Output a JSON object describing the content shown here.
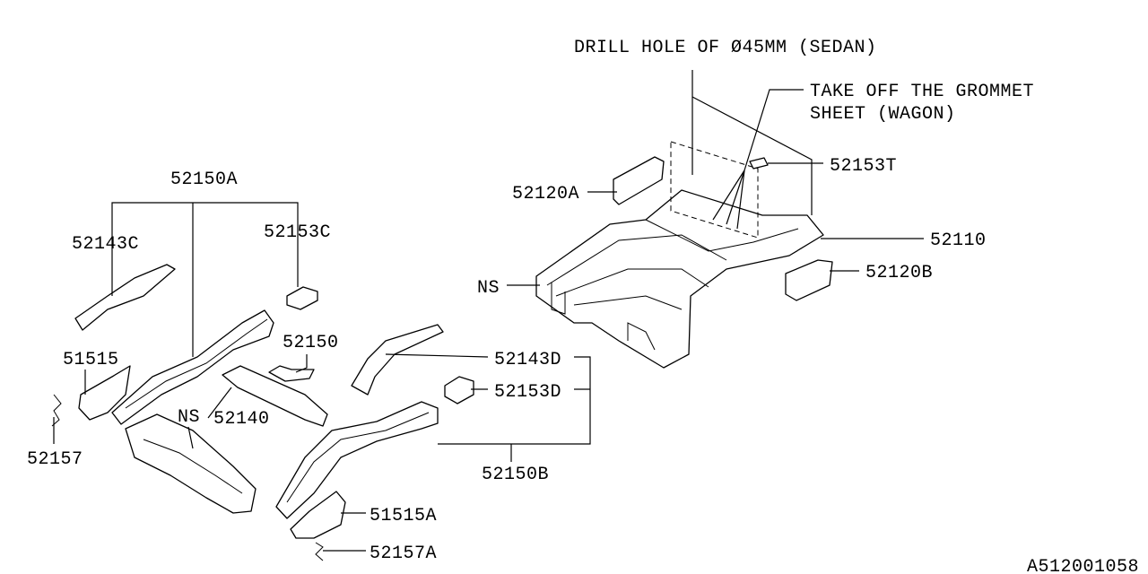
{
  "notes": {
    "drill_hole": "DRILL HOLE OF Ø45MM (SEDAN)",
    "grommet_line1": "TAKE OFF THE GROMMET",
    "grommet_line2": "SHEET (WAGON)"
  },
  "parts": {
    "p52153T": "52153T",
    "p52120A": "52120A",
    "p52110": "52110",
    "p52120B": "52120B",
    "ns_floor": "NS",
    "p52150A": "52150A",
    "p52143C": "52143C",
    "p52153C": "52153C",
    "p52150": "52150",
    "p51515": "51515",
    "p52143D": "52143D",
    "p52153D": "52153D",
    "p52140": "52140",
    "ns_front": "NS",
    "p52157": "52157",
    "p52150B": "52150B",
    "p51515A": "51515A",
    "p52157A": "52157A"
  },
  "diagram_id": "A512001058"
}
